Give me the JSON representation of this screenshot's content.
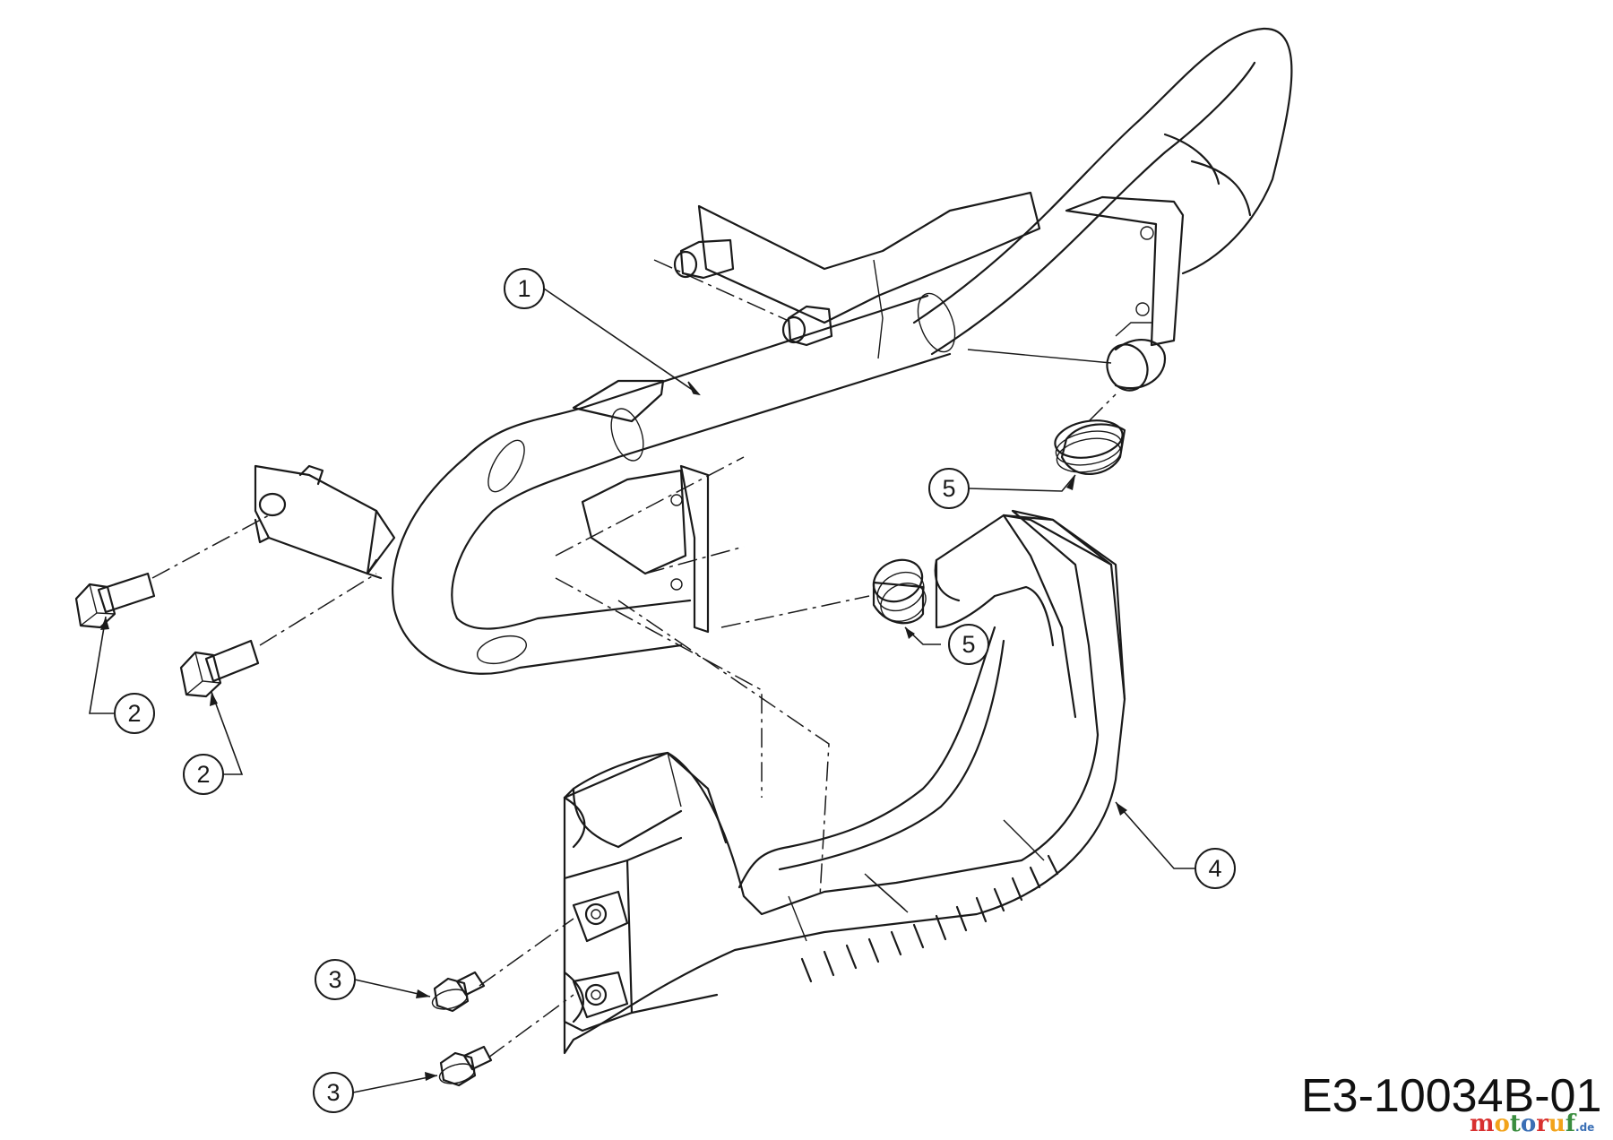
{
  "callouts": [
    {
      "id": "c1",
      "label": "1"
    },
    {
      "id": "c2a",
      "label": "2"
    },
    {
      "id": "c2b",
      "label": "2"
    },
    {
      "id": "c3a",
      "label": "3"
    },
    {
      "id": "c3b",
      "label": "3"
    },
    {
      "id": "c4",
      "label": "4"
    },
    {
      "id": "c5a",
      "label": "5"
    },
    {
      "id": "c5b",
      "label": "5"
    }
  ],
  "drawing_code": "E3-10034B-01",
  "watermark": {
    "brand": "motoruf",
    "suffix": ".de",
    "colors": [
      "#d8302f",
      "#f2a31b",
      "#3a8d3f",
      "#3a6fb5"
    ]
  }
}
